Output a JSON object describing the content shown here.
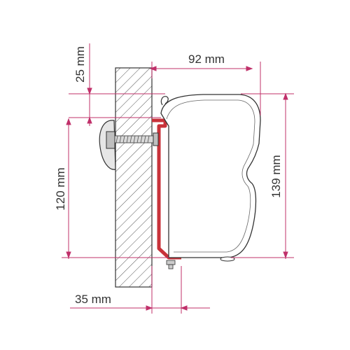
{
  "diagram": {
    "dimensions": {
      "top_gap": "25 mm",
      "width": "92 mm",
      "height_left": "120 mm",
      "height_right": "139 mm",
      "bottom_offset": "35 mm"
    },
    "colors": {
      "bracket": "#c8323a",
      "line": "#333333",
      "dimension_line": "#c0306a",
      "hatch": "#555555",
      "background": "#ffffff"
    }
  }
}
